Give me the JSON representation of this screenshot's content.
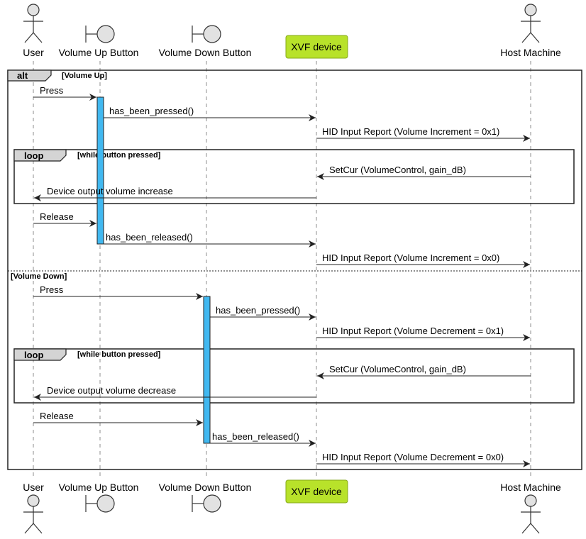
{
  "colors": {
    "activation": "#41b8f0",
    "participant_box": "#b8e22a",
    "participant_box_border": "#86a81b",
    "actor_fill": "#e2e2e2",
    "frame_tab": "#d4d4d4",
    "line": "#222222"
  },
  "participants": [
    {
      "id": "user",
      "label": "User",
      "kind": "actor",
      "icon": "actor-icon"
    },
    {
      "id": "vol_up",
      "label": "Volume Up Button",
      "kind": "boundary",
      "icon": "boundary-icon"
    },
    {
      "id": "vol_down",
      "label": "Volume Down Button",
      "kind": "boundary",
      "icon": "boundary-icon"
    },
    {
      "id": "xvf",
      "label": "XVF device",
      "kind": "box"
    },
    {
      "id": "host",
      "label": "Host Machine",
      "kind": "actor",
      "icon": "actor-icon"
    }
  ],
  "frames": [
    {
      "id": "alt",
      "tag": "alt",
      "condition": "[Volume Up]",
      "else_condition": "[Volume Down]"
    },
    {
      "id": "loop1",
      "tag": "loop",
      "condition": "[while button pressed]"
    },
    {
      "id": "loop2",
      "tag": "loop",
      "condition": "[while button pressed]"
    }
  ],
  "messages": [
    {
      "from": "user",
      "to": "vol_up",
      "label": "Press"
    },
    {
      "from": "vol_up",
      "to": "xvf",
      "label": "has_been_pressed()"
    },
    {
      "from": "xvf",
      "to": "host",
      "label": "HID Input Report (Volume Increment = 0x1)"
    },
    {
      "from": "host",
      "to": "xvf",
      "label": "SetCur (VolumeControl, gain_dB)"
    },
    {
      "from": "xvf",
      "to": "user",
      "label": "Device output volume increase"
    },
    {
      "from": "user",
      "to": "vol_up",
      "label": "Release"
    },
    {
      "from": "vol_up",
      "to": "xvf",
      "label": "has_been_released()"
    },
    {
      "from": "xvf",
      "to": "host",
      "label": "HID Input Report (Volume Increment = 0x0)"
    },
    {
      "from": "user",
      "to": "vol_down",
      "label": "Press"
    },
    {
      "from": "vol_down",
      "to": "xvf",
      "label": "has_been_pressed()"
    },
    {
      "from": "xvf",
      "to": "host",
      "label": "HID Input Report (Volume Decrement = 0x1)"
    },
    {
      "from": "host",
      "to": "xvf",
      "label": "SetCur (VolumeControl, gain_dB)"
    },
    {
      "from": "xvf",
      "to": "user",
      "label": "Device output volume decrease"
    },
    {
      "from": "user",
      "to": "vol_down",
      "label": "Release"
    },
    {
      "from": "vol_down",
      "to": "xvf",
      "label": "has_been_released()"
    },
    {
      "from": "xvf",
      "to": "host",
      "label": "HID Input Report (Volume Decrement = 0x0)"
    }
  ]
}
